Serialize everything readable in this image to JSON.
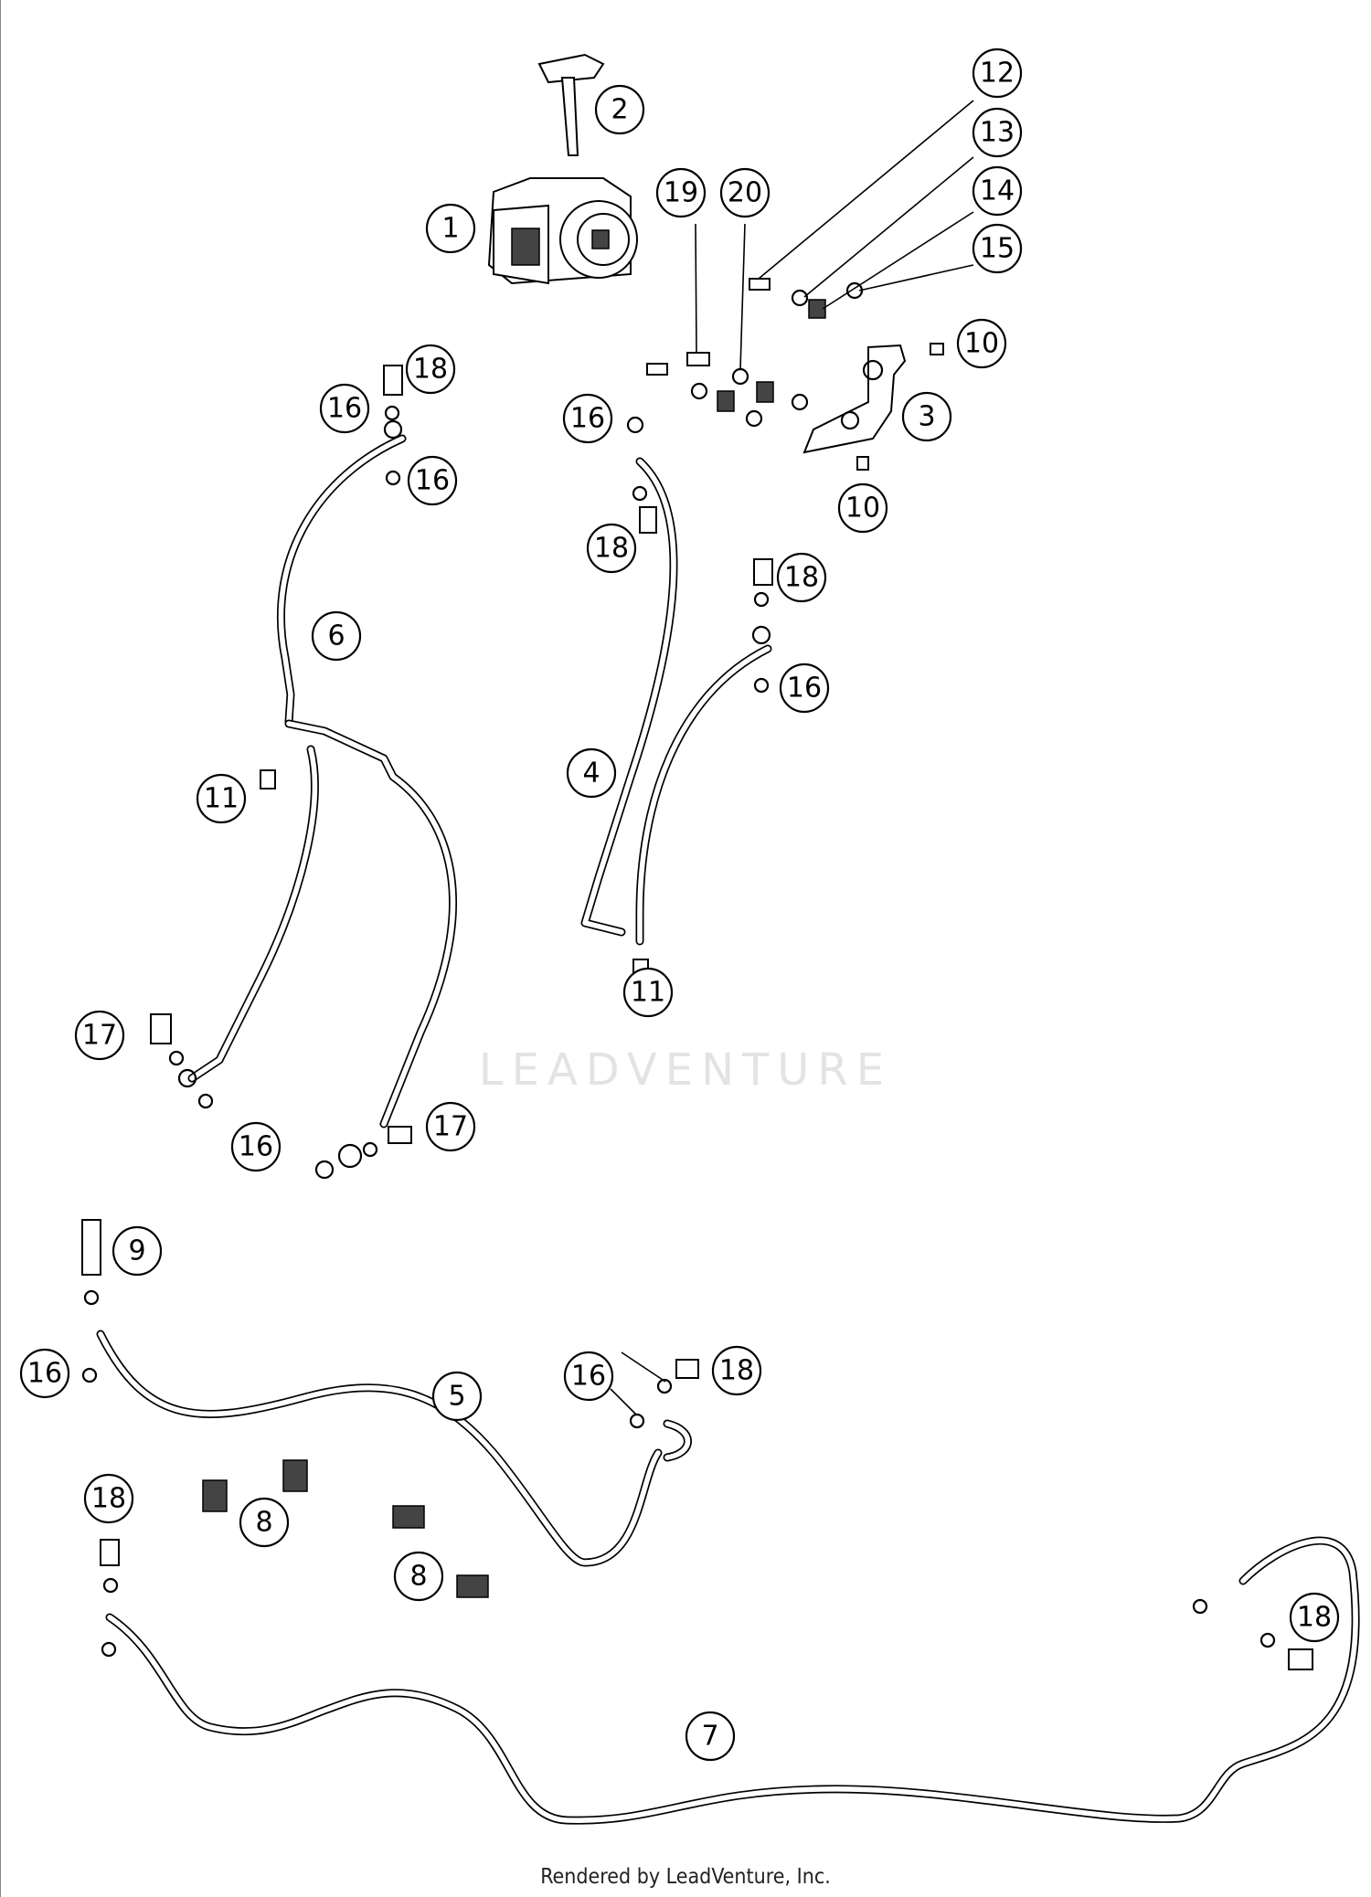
{
  "diagram": {
    "watermark": "LEADVENTURE",
    "footer": "Rendered by LeadVenture, Inc.",
    "callouts": [
      "1",
      "2",
      "3",
      "4",
      "5",
      "6",
      "7",
      "8",
      "9",
      "10",
      "11",
      "12",
      "13",
      "14",
      "15",
      "16",
      "17",
      "18",
      "19",
      "20"
    ]
  }
}
